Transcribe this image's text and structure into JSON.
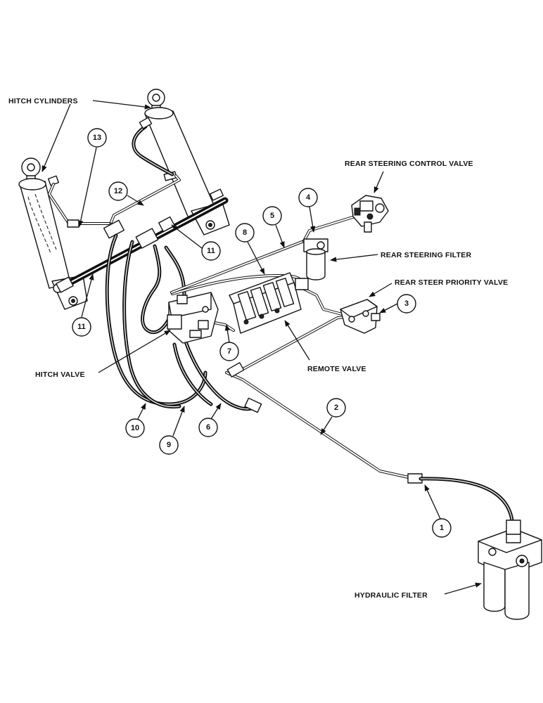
{
  "labels": {
    "hitch_cylinders": "HITCH CYLINDERS",
    "rear_steering_control_valve": "REAR STEERING CONTROL VALVE",
    "rear_steering_filter": "REAR STEERING FILTER",
    "rear_steer_priority_valve": "REAR STEER PRIORITY VALVE",
    "remote_valve": "REMOTE VALVE",
    "hitch_valve": "HITCH VALVE",
    "hydraulic_filter": "HYDRAULIC FILTER"
  },
  "callouts": {
    "c1": "1",
    "c2": "2",
    "c3": "3",
    "c4": "4",
    "c5": "5",
    "c6": "6",
    "c7": "7",
    "c8": "8",
    "c9": "9",
    "c10": "10",
    "c11a": "11",
    "c11b": "11",
    "c12": "12",
    "c13": "13"
  }
}
